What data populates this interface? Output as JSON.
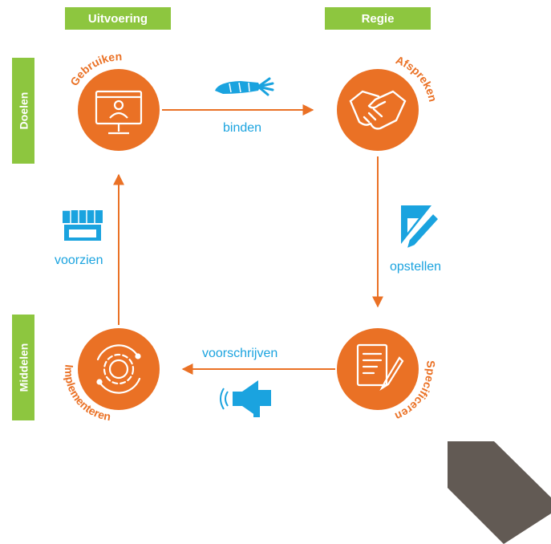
{
  "columns": {
    "left": "Uitvoering",
    "right": "Regie"
  },
  "rows": {
    "top": "Doelen",
    "bottom": "Middelen"
  },
  "nodes": {
    "gebruiken": "Gebruiken",
    "afspreken": "Afspreken",
    "specificeren": "Specificeren",
    "implementeren": "Implementeren"
  },
  "edges": {
    "binden": "binden",
    "opstellen": "opstellen",
    "voorschrijven": "voorschrijven",
    "voorzien": "voorzien"
  },
  "colors": {
    "green": "#8dc63f",
    "orange": "#ea7125",
    "blue": "#1aa3df",
    "corner": "#625a54"
  },
  "icons": {
    "gebruiken": "monitor-user-icon",
    "afspreken": "handshake-icon",
    "specificeren": "document-pen-icon",
    "implementeren": "gear-cycle-icon",
    "binden": "carrot-icon",
    "opstellen": "triangle-ruler-pencil-icon",
    "voorschrijven": "megaphone-icon",
    "voorzien": "shop-awning-icon"
  }
}
